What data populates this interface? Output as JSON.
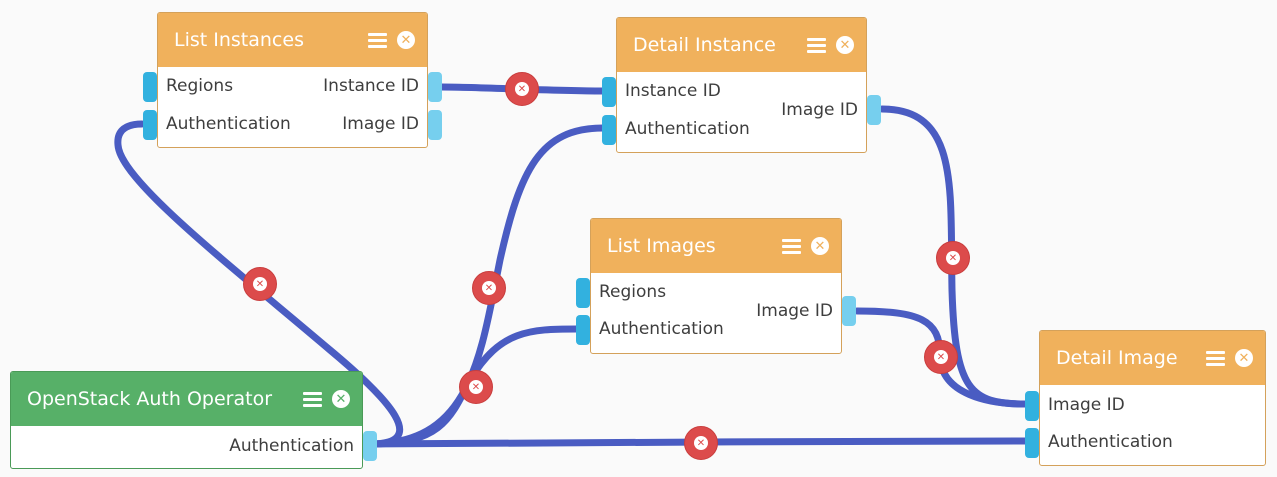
{
  "colors": {
    "wire": "#4a5cc2",
    "header": "#f0b15c",
    "auth_header": "#57b068",
    "delete": "#dc4b4b"
  },
  "icons": {
    "menu": "menu-icon",
    "close": "close-icon",
    "delete": "delete-connection-icon"
  },
  "close_glyph": "✕",
  "nodes": {
    "list_instances": {
      "title": "List Instances",
      "in": [
        "Regions",
        "Authentication"
      ],
      "out": [
        "Instance ID",
        "Image ID"
      ]
    },
    "detail_instance": {
      "title": "Detail Instance",
      "in": [
        "Instance ID",
        "Authentication"
      ],
      "out": [
        "Image ID"
      ]
    },
    "list_images": {
      "title": "List Images",
      "in": [
        "Regions",
        "Authentication"
      ],
      "out": [
        "Image ID"
      ]
    },
    "detail_image": {
      "title": "Detail Image",
      "in": [
        "Image ID",
        "Authentication"
      ],
      "out": []
    },
    "auth_operator": {
      "title": "OpenStack Auth Operator",
      "in": [],
      "out": [
        "Authentication"
      ]
    }
  },
  "connections": [
    {
      "from": "List Instances.Instance ID",
      "to": "Detail Instance.Instance ID"
    },
    {
      "from": "OpenStack Auth Operator.Authentication",
      "to": "List Instances.Authentication"
    },
    {
      "from": "OpenStack Auth Operator.Authentication",
      "to": "Detail Instance.Authentication"
    },
    {
      "from": "OpenStack Auth Operator.Authentication",
      "to": "List Images.Authentication"
    },
    {
      "from": "OpenStack Auth Operator.Authentication",
      "to": "Detail Image.Authentication"
    },
    {
      "from": "Detail Instance.Image ID",
      "to": "Detail Image.Image ID"
    },
    {
      "from": "List Images.Image ID",
      "to": "Detail Image.Image ID"
    }
  ]
}
